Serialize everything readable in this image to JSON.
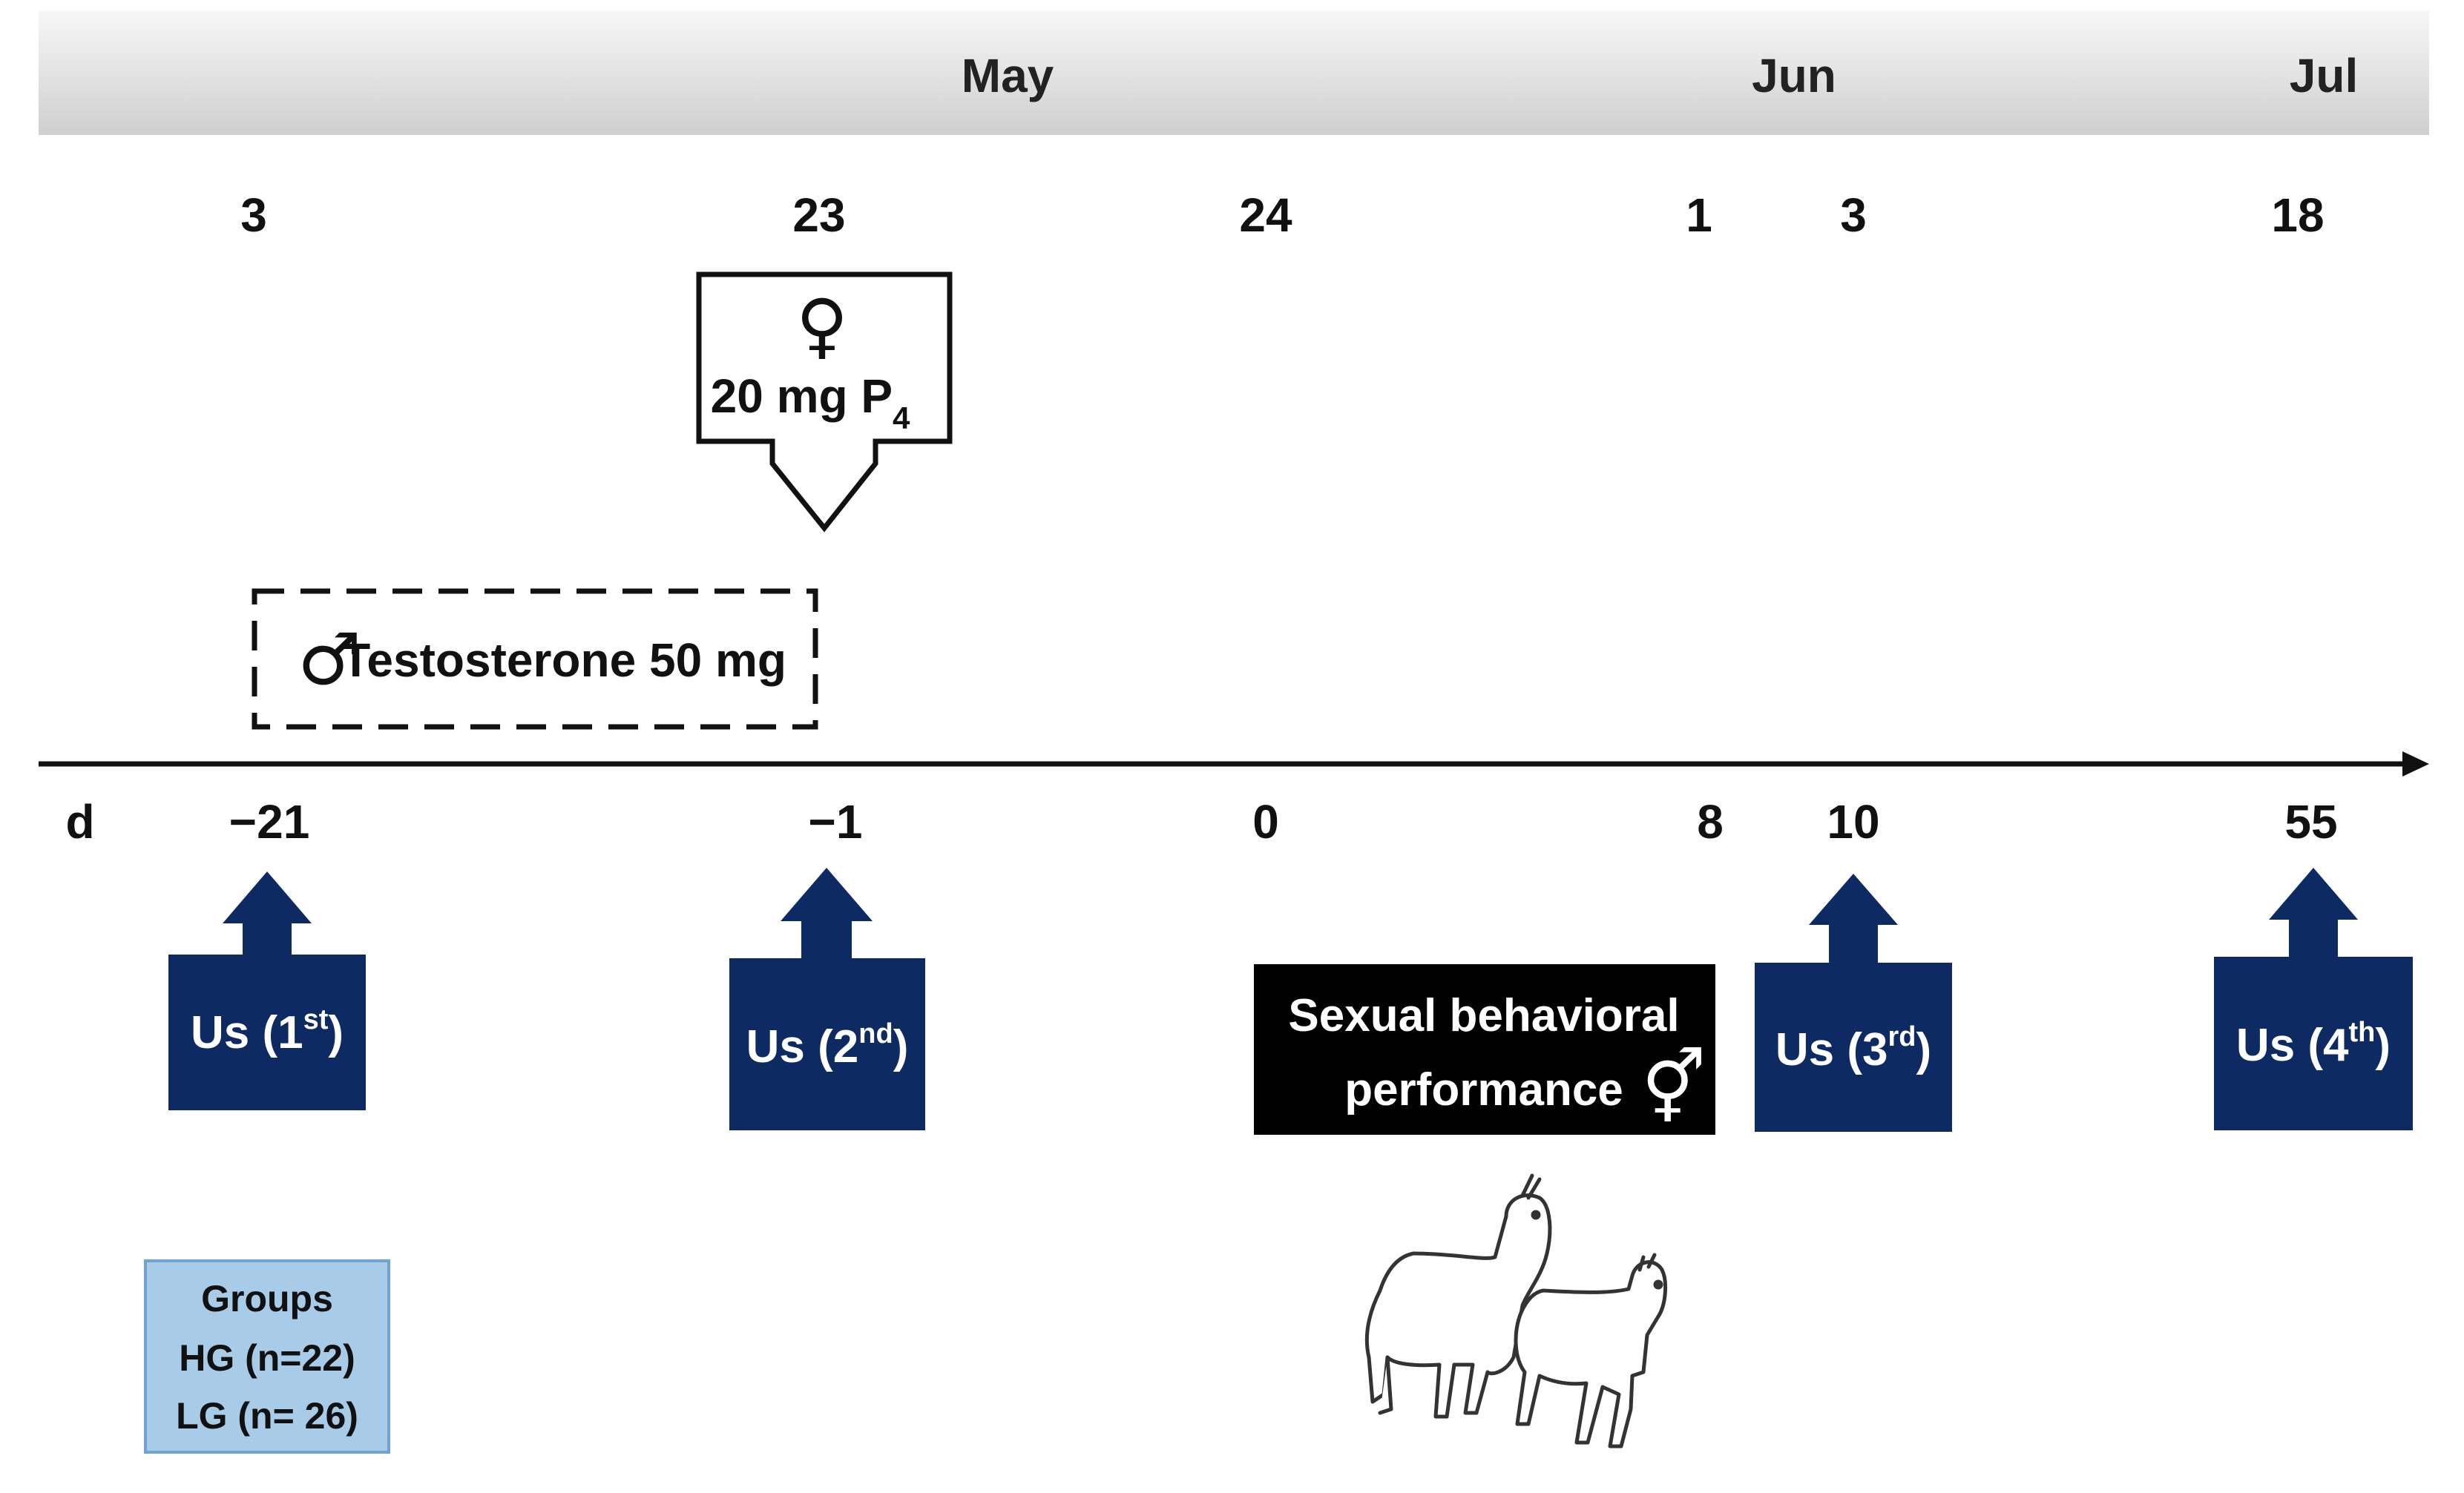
{
  "months": [
    "May",
    "Jun",
    "Jul"
  ],
  "calendar_dates": [
    "3",
    "23",
    "24",
    "1",
    "3",
    "18"
  ],
  "timeline": {
    "day_prefix": "d",
    "days": [
      "−21",
      "−1",
      "0",
      "8",
      "10",
      "55"
    ]
  },
  "progesterone": {
    "symbol": "♀",
    "label": "20 mg P",
    "subscript": "4"
  },
  "testosterone": {
    "symbol": "♂",
    "label": "Testosterone 50 mg"
  },
  "ultrasounds": [
    {
      "label": "Us (1",
      "sup": "st",
      "close": ")"
    },
    {
      "label": "Us (2",
      "sup": "nd",
      "close": ")"
    },
    {
      "label": "Us (3",
      "sup": "rd",
      "close": ")"
    },
    {
      "label": "Us (4",
      "sup": "th",
      "close": ")"
    }
  ],
  "sexual_behavior": {
    "line1": "Sexual behavioral",
    "line2": "performance",
    "symbol": "⚥"
  },
  "groups": {
    "title": "Groups",
    "line1": "HG (n=22)",
    "line2": "LG (n= 26)"
  },
  "colors": {
    "navy": "#0d2a63",
    "black_box": "#000000",
    "groups_fill": "#a8cbe8",
    "groups_border": "#6fa3d4",
    "header_bar": "#dcdcdc"
  }
}
